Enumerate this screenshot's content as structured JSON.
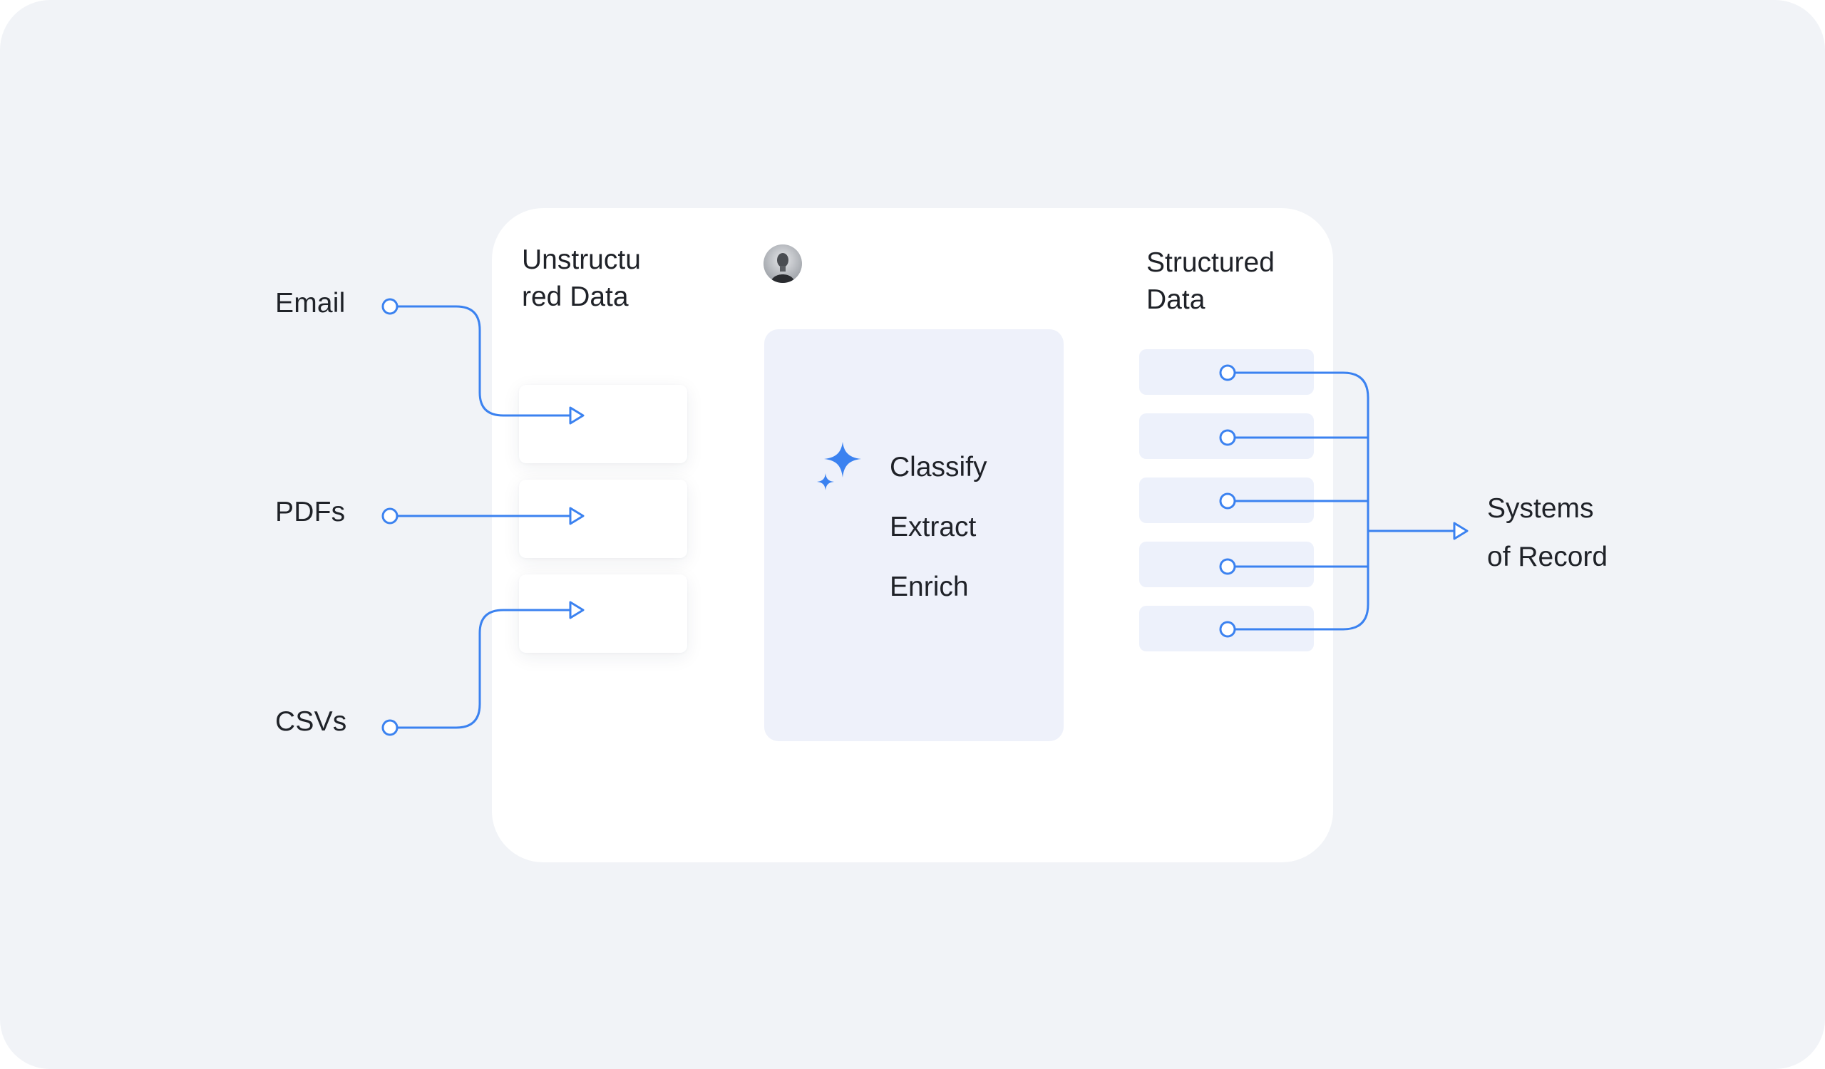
{
  "sources": [
    {
      "label": "Email",
      "id": "email"
    },
    {
      "label": "PDFs",
      "id": "pdfs"
    },
    {
      "label": "CSVs",
      "id": "csvs"
    }
  ],
  "unstructured": {
    "heading_line1": "Unstructu",
    "heading_line2": "red Data",
    "slot_count": 3
  },
  "processing": {
    "steps": [
      "Classify",
      "Extract",
      "Enrich"
    ],
    "icon": "sparkle-icon"
  },
  "structured": {
    "heading_line1": "Structured",
    "heading_line2": "Data",
    "slot_count": 5
  },
  "destination": {
    "line1": "Systems",
    "line2": "of Record"
  },
  "avatar": {
    "icon": "avatar"
  },
  "colors": {
    "background": "#f1f3f7",
    "card": "#ffffff",
    "accent": "#3b82f0",
    "panel": "#eef1fa",
    "text": "#1f2228"
  }
}
